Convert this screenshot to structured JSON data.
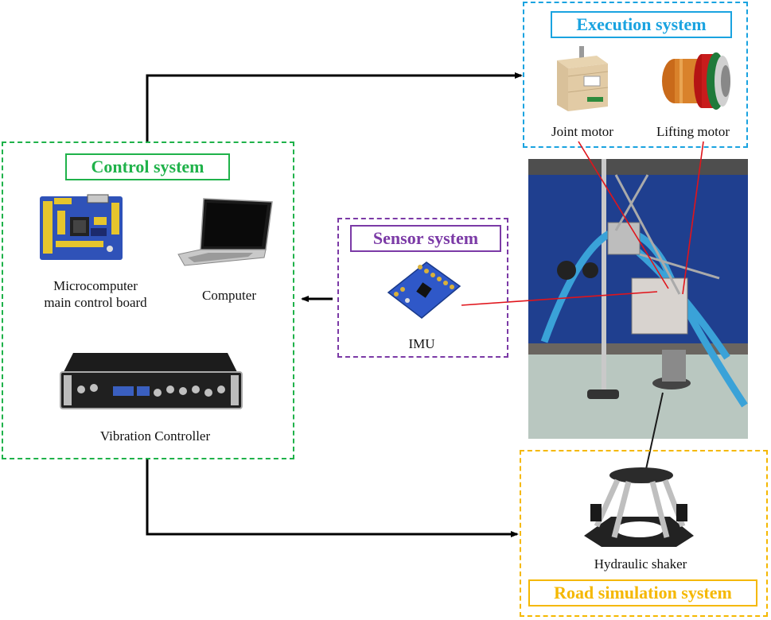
{
  "colors": {
    "control": "#1fb24a",
    "execution": "#1aa3e0",
    "sensor": "#7b3aa6",
    "road": "#f5b800",
    "connector": "#e0141b",
    "arrow": "#000000"
  },
  "control_system": {
    "title": "Control system",
    "items": [
      {
        "label": "Microcomputer\nmain control board",
        "icon": "circuit-board"
      },
      {
        "label": "Computer",
        "icon": "laptop"
      },
      {
        "label": "Vibration Controller",
        "icon": "vibration-controller"
      }
    ]
  },
  "execution_system": {
    "title": "Execution system",
    "items": [
      {
        "label": "Joint motor",
        "icon": "joint-motor"
      },
      {
        "label": "Lifting motor",
        "icon": "lifting-motor"
      }
    ]
  },
  "sensor_system": {
    "title": "Sensor system",
    "items": [
      {
        "label": "IMU",
        "icon": "imu-board"
      }
    ]
  },
  "road_simulation_system": {
    "title": "Road simulation system",
    "items": [
      {
        "label": "Hydraulic shaker",
        "icon": "hexapod-shaker"
      }
    ]
  }
}
